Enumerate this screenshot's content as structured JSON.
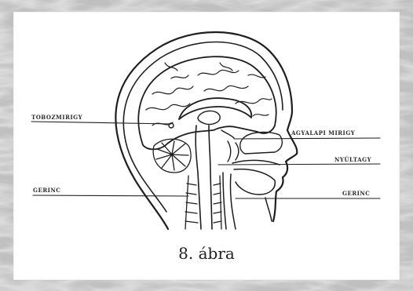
{
  "figure": {
    "labels": {
      "tobozmirigy": "TOBOZMIRIGY",
      "agyalapi_mirigy": "AGYALAPI MIRIGY",
      "nyultagy": "NYÚLTAGY",
      "gerinc_left": "GERINC",
      "gerinc_right": "GERINC"
    },
    "caption": "8. ábra"
  },
  "colors": {
    "background": "#b9b9b9",
    "paper": "#ffffff",
    "ink": "#222222"
  }
}
